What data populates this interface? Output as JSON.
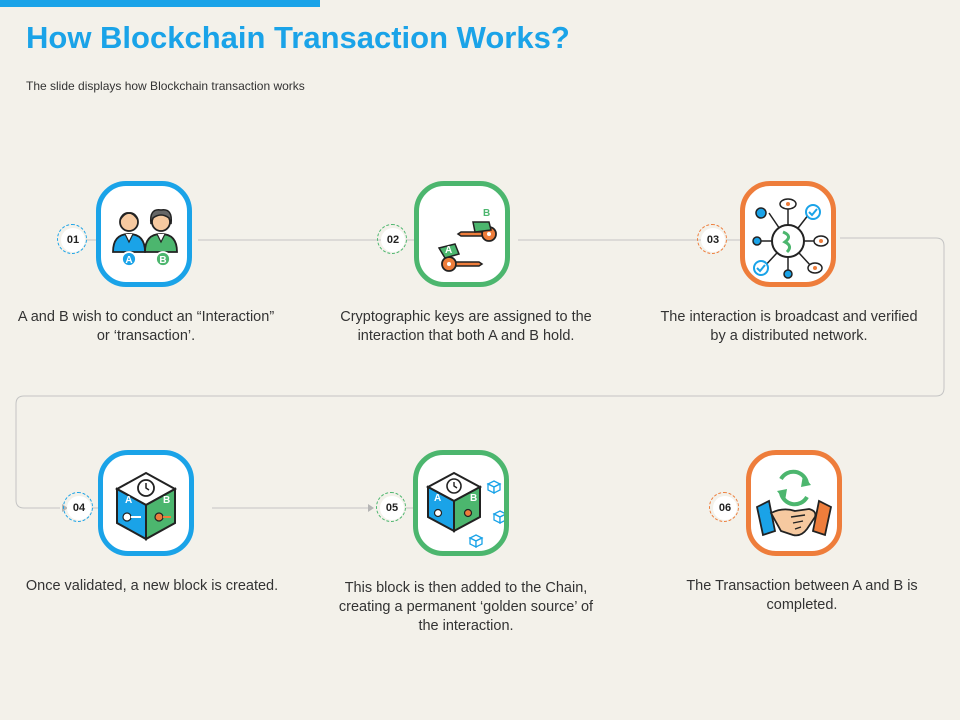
{
  "header": {
    "title": "How Blockchain Transaction Works?",
    "subtitle": "The slide displays how Blockchain transaction works"
  },
  "steps": [
    {
      "number": "01",
      "text": "A and B wish to conduct an “Interaction” or ‘transaction’.",
      "color": "#1aa3e8",
      "icon": "people-a-b-icon"
    },
    {
      "number": "02",
      "text": "Cryptographic keys are assigned to the interaction that both A and B hold.",
      "color": "#4cb66e",
      "icon": "keys-icon"
    },
    {
      "number": "03",
      "text": "The interaction is broadcast and verified by a distributed network.",
      "color": "#ee7d3b",
      "icon": "network-icon"
    },
    {
      "number": "04",
      "text": "Once validated, a new block is created.",
      "color": "#1aa3e8",
      "icon": "block-cube-icon"
    },
    {
      "number": "05",
      "text": "This block is then added to the Chain, creating a permanent ‘golden source’ of the interaction.",
      "color": "#4cb66e",
      "icon": "chain-cube-icon"
    },
    {
      "number": "06",
      "text": "The Transaction between A and B is completed.",
      "color": "#ee7d3b",
      "icon": "handshake-icon"
    }
  ],
  "icon_labels": {
    "a": "A",
    "b": "B"
  },
  "colors": {
    "accent": "#1aa3e8",
    "green": "#4cb66e",
    "orange": "#ee7d3b",
    "background": "#f3f1ea"
  }
}
